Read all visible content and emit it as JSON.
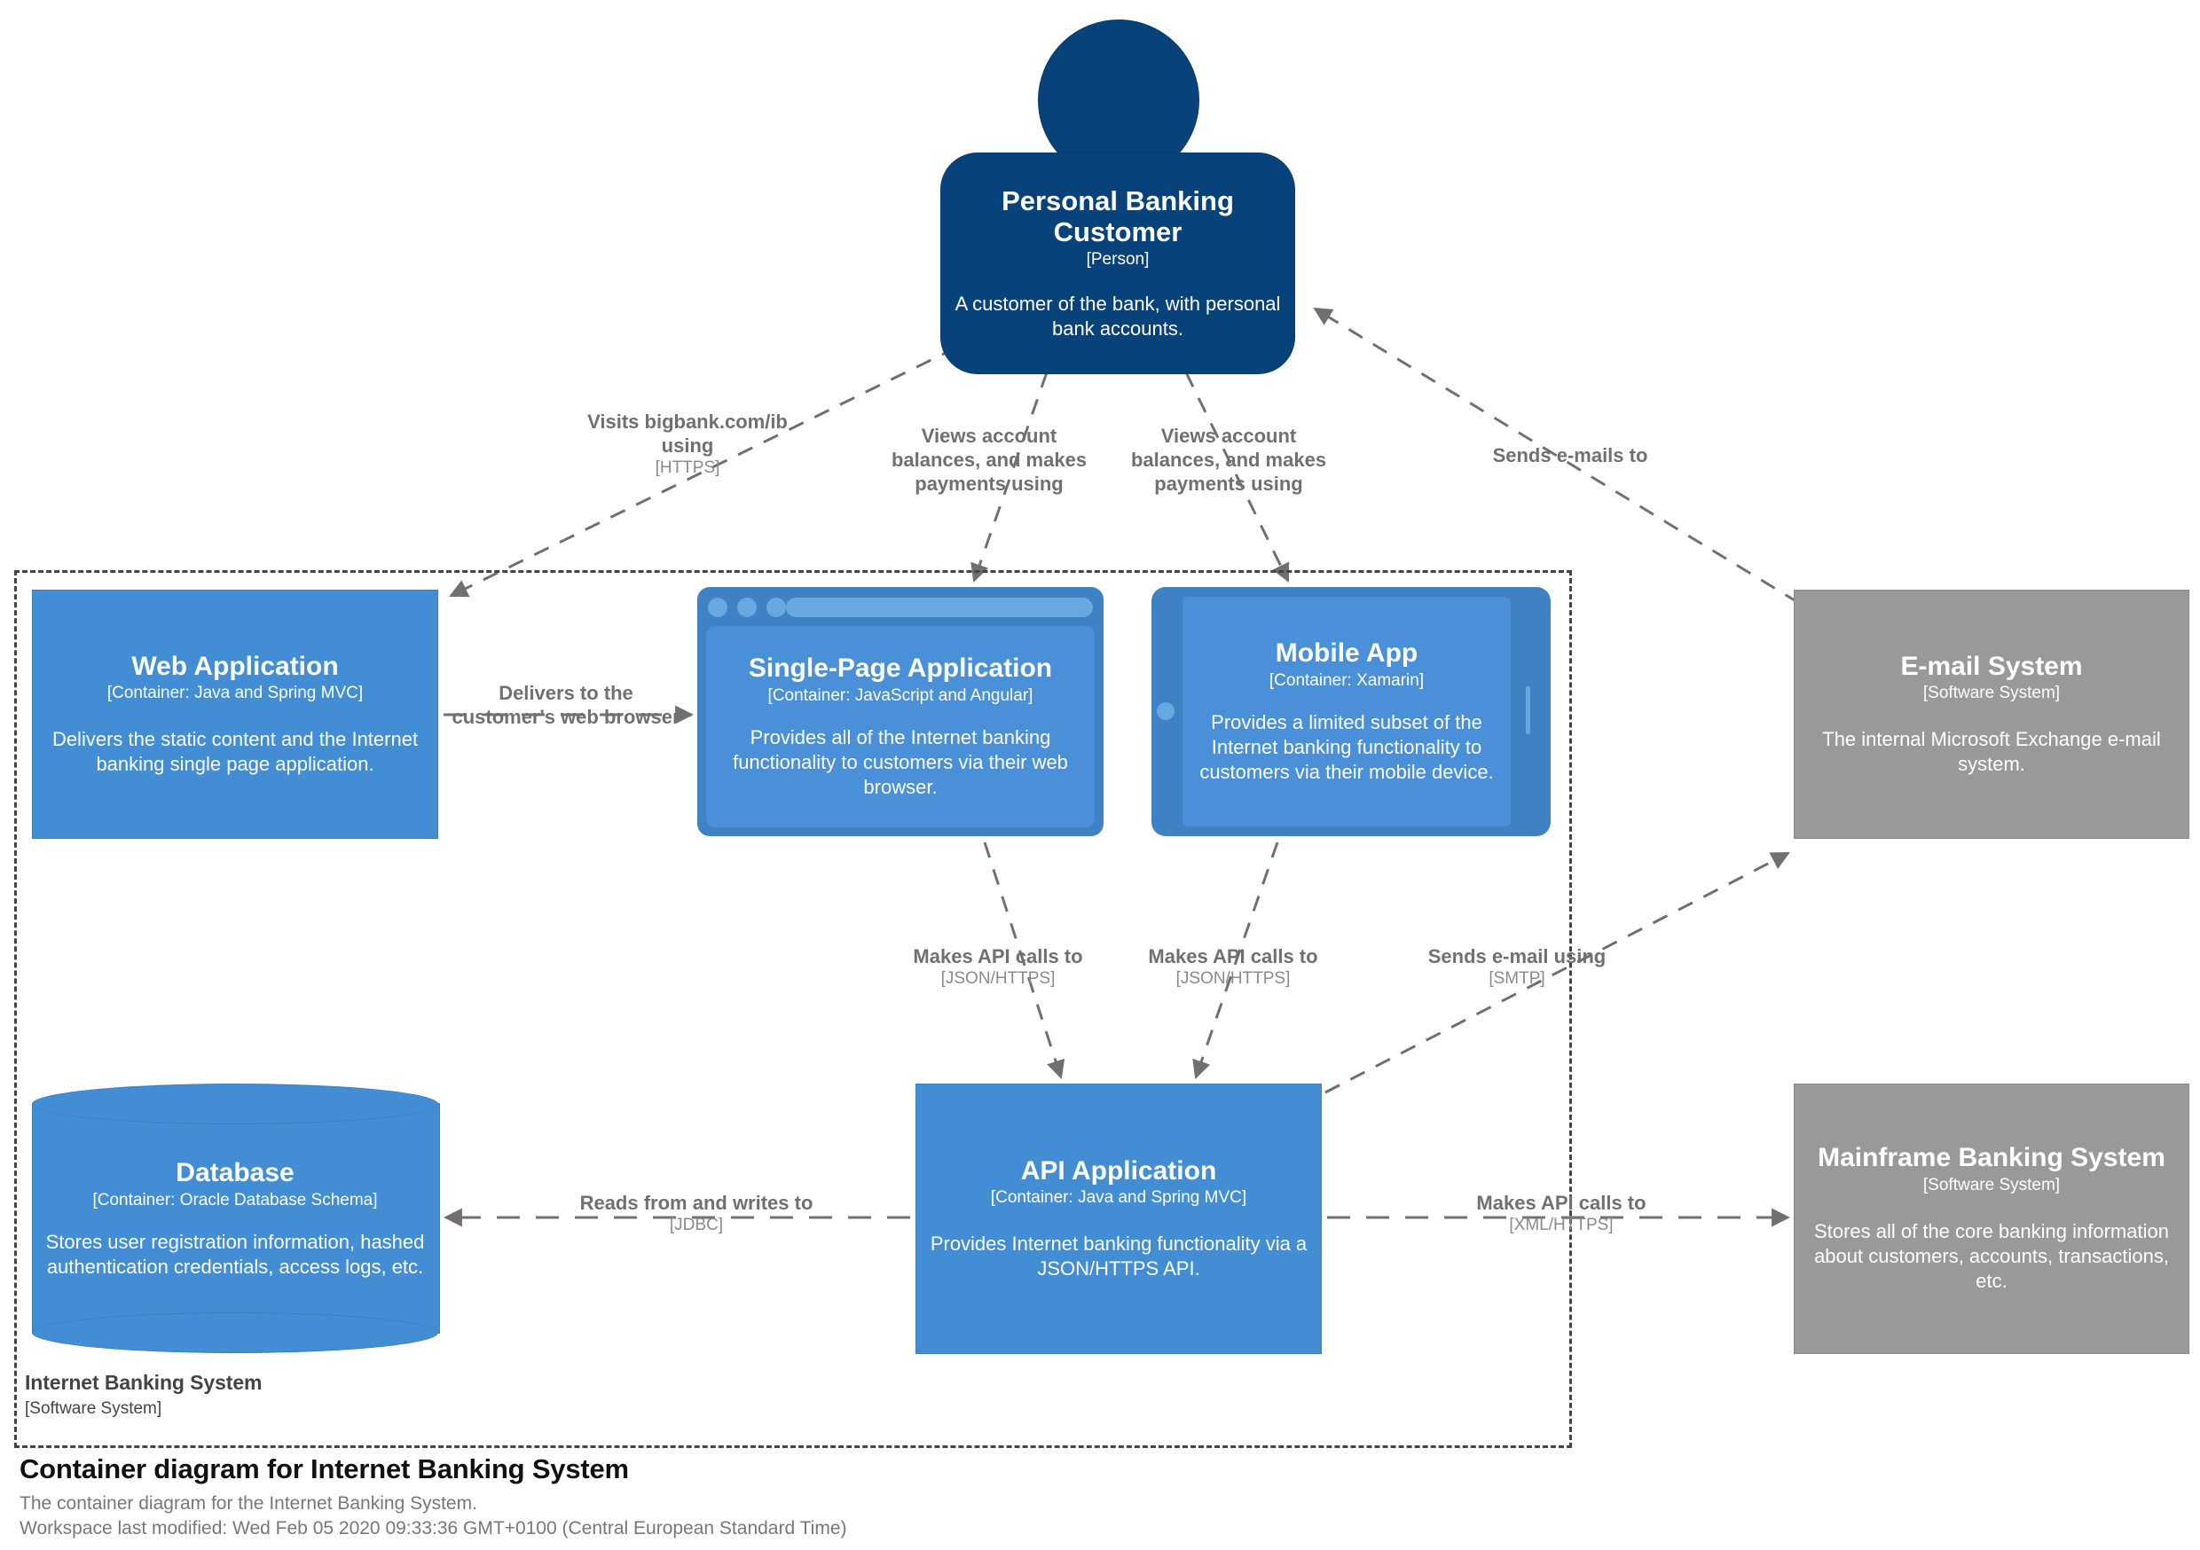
{
  "diagram": {
    "title": "Container diagram for Internet Banking System",
    "subtitle": "The container diagram for the Internet Banking System.",
    "modified": "Workspace last modified: Wed Feb 05 2020 09:33:36 GMT+0100 (Central European Standard Time)"
  },
  "boundary": {
    "name": "Internet Banking System",
    "type": "[Software System]"
  },
  "colors": {
    "person": "#08427b",
    "container": "#438dd5",
    "container_frame": "#3e82c4",
    "container_screen": "#4a90d9",
    "external_system": "#999999",
    "relationship": "#707070",
    "boundary_line": "#444444",
    "text_on_shape": "#ffffff"
  },
  "nodes": {
    "person": {
      "name": "Personal Banking Customer",
      "type": "[Person]",
      "description": "A customer of the bank, with personal bank accounts.",
      "shape": "person"
    },
    "web_application": {
      "name": "Web Application",
      "type": "[Container: Java and Spring MVC]",
      "description": "Delivers the static content and the Internet banking single page application.",
      "shape": "box"
    },
    "single_page_application": {
      "name": "Single-Page Application",
      "type": "[Container: JavaScript and Angular]",
      "description": "Provides all of the Internet banking functionality to customers via their web browser.",
      "shape": "web-browser"
    },
    "mobile_app": {
      "name": "Mobile App",
      "type": "[Container: Xamarin]",
      "description": "Provides a limited subset of the Internet banking functionality to customers via their mobile device.",
      "shape": "mobile-device-landscape"
    },
    "email_system": {
      "name": "E-mail System",
      "type": "[Software System]",
      "description": "The internal Microsoft Exchange e-mail system.",
      "shape": "box"
    },
    "database": {
      "name": "Database",
      "type": "[Container: Oracle Database Schema]",
      "description": "Stores user registration information, hashed authentication credentials, access logs, etc.",
      "shape": "cylinder"
    },
    "api_application": {
      "name": "API Application",
      "type": "[Container: Java and Spring MVC]",
      "description": "Provides Internet banking functionality via a JSON/HTTPS API.",
      "shape": "box"
    },
    "mainframe_banking_system": {
      "name": "Mainframe Banking System",
      "type": "[Software System]",
      "description": "Stores all of the core banking information about customers, accounts, transactions, etc.",
      "shape": "box"
    }
  },
  "relationships": [
    {
      "id": "visits",
      "source": "Personal Banking Customer",
      "target": "Web Application",
      "description": "Visits bigbank.com/ib using",
      "technology": "[HTTPS]"
    },
    {
      "id": "spa_use",
      "source": "Personal Banking Customer",
      "target": "Single-Page Application",
      "description": "Views account balances, and makes payments using",
      "technology": ""
    },
    {
      "id": "mobile_use",
      "source": "Personal Banking Customer",
      "target": "Mobile App",
      "description": "Views account balances, and makes payments using",
      "technology": ""
    },
    {
      "id": "emails",
      "source": "E-mail System",
      "target": "Personal Banking Customer",
      "description": "Sends e-mails to",
      "technology": ""
    },
    {
      "id": "delivers",
      "source": "Web Application",
      "target": "Single-Page Application",
      "description": "Delivers to the customer's web browser",
      "technology": ""
    },
    {
      "id": "spa_api",
      "source": "Single-Page Application",
      "target": "API Application",
      "description": "Makes API calls to",
      "technology": "[JSON/HTTPS]"
    },
    {
      "id": "mobile_api",
      "source": "Mobile App",
      "target": "API Application",
      "description": "Makes API calls to",
      "technology": "[JSON/HTTPS]"
    },
    {
      "id": "smtp",
      "source": "API Application",
      "target": "E-mail System",
      "description": "Sends e-mail using",
      "technology": "[SMTP]"
    },
    {
      "id": "jdbc",
      "source": "API Application",
      "target": "Database",
      "description": "Reads from and writes to",
      "technology": "[JDBC]"
    },
    {
      "id": "xml",
      "source": "API Application",
      "target": "Mainframe Banking System",
      "description": "Makes API calls to",
      "technology": "[XML/HTTPS]"
    }
  ]
}
